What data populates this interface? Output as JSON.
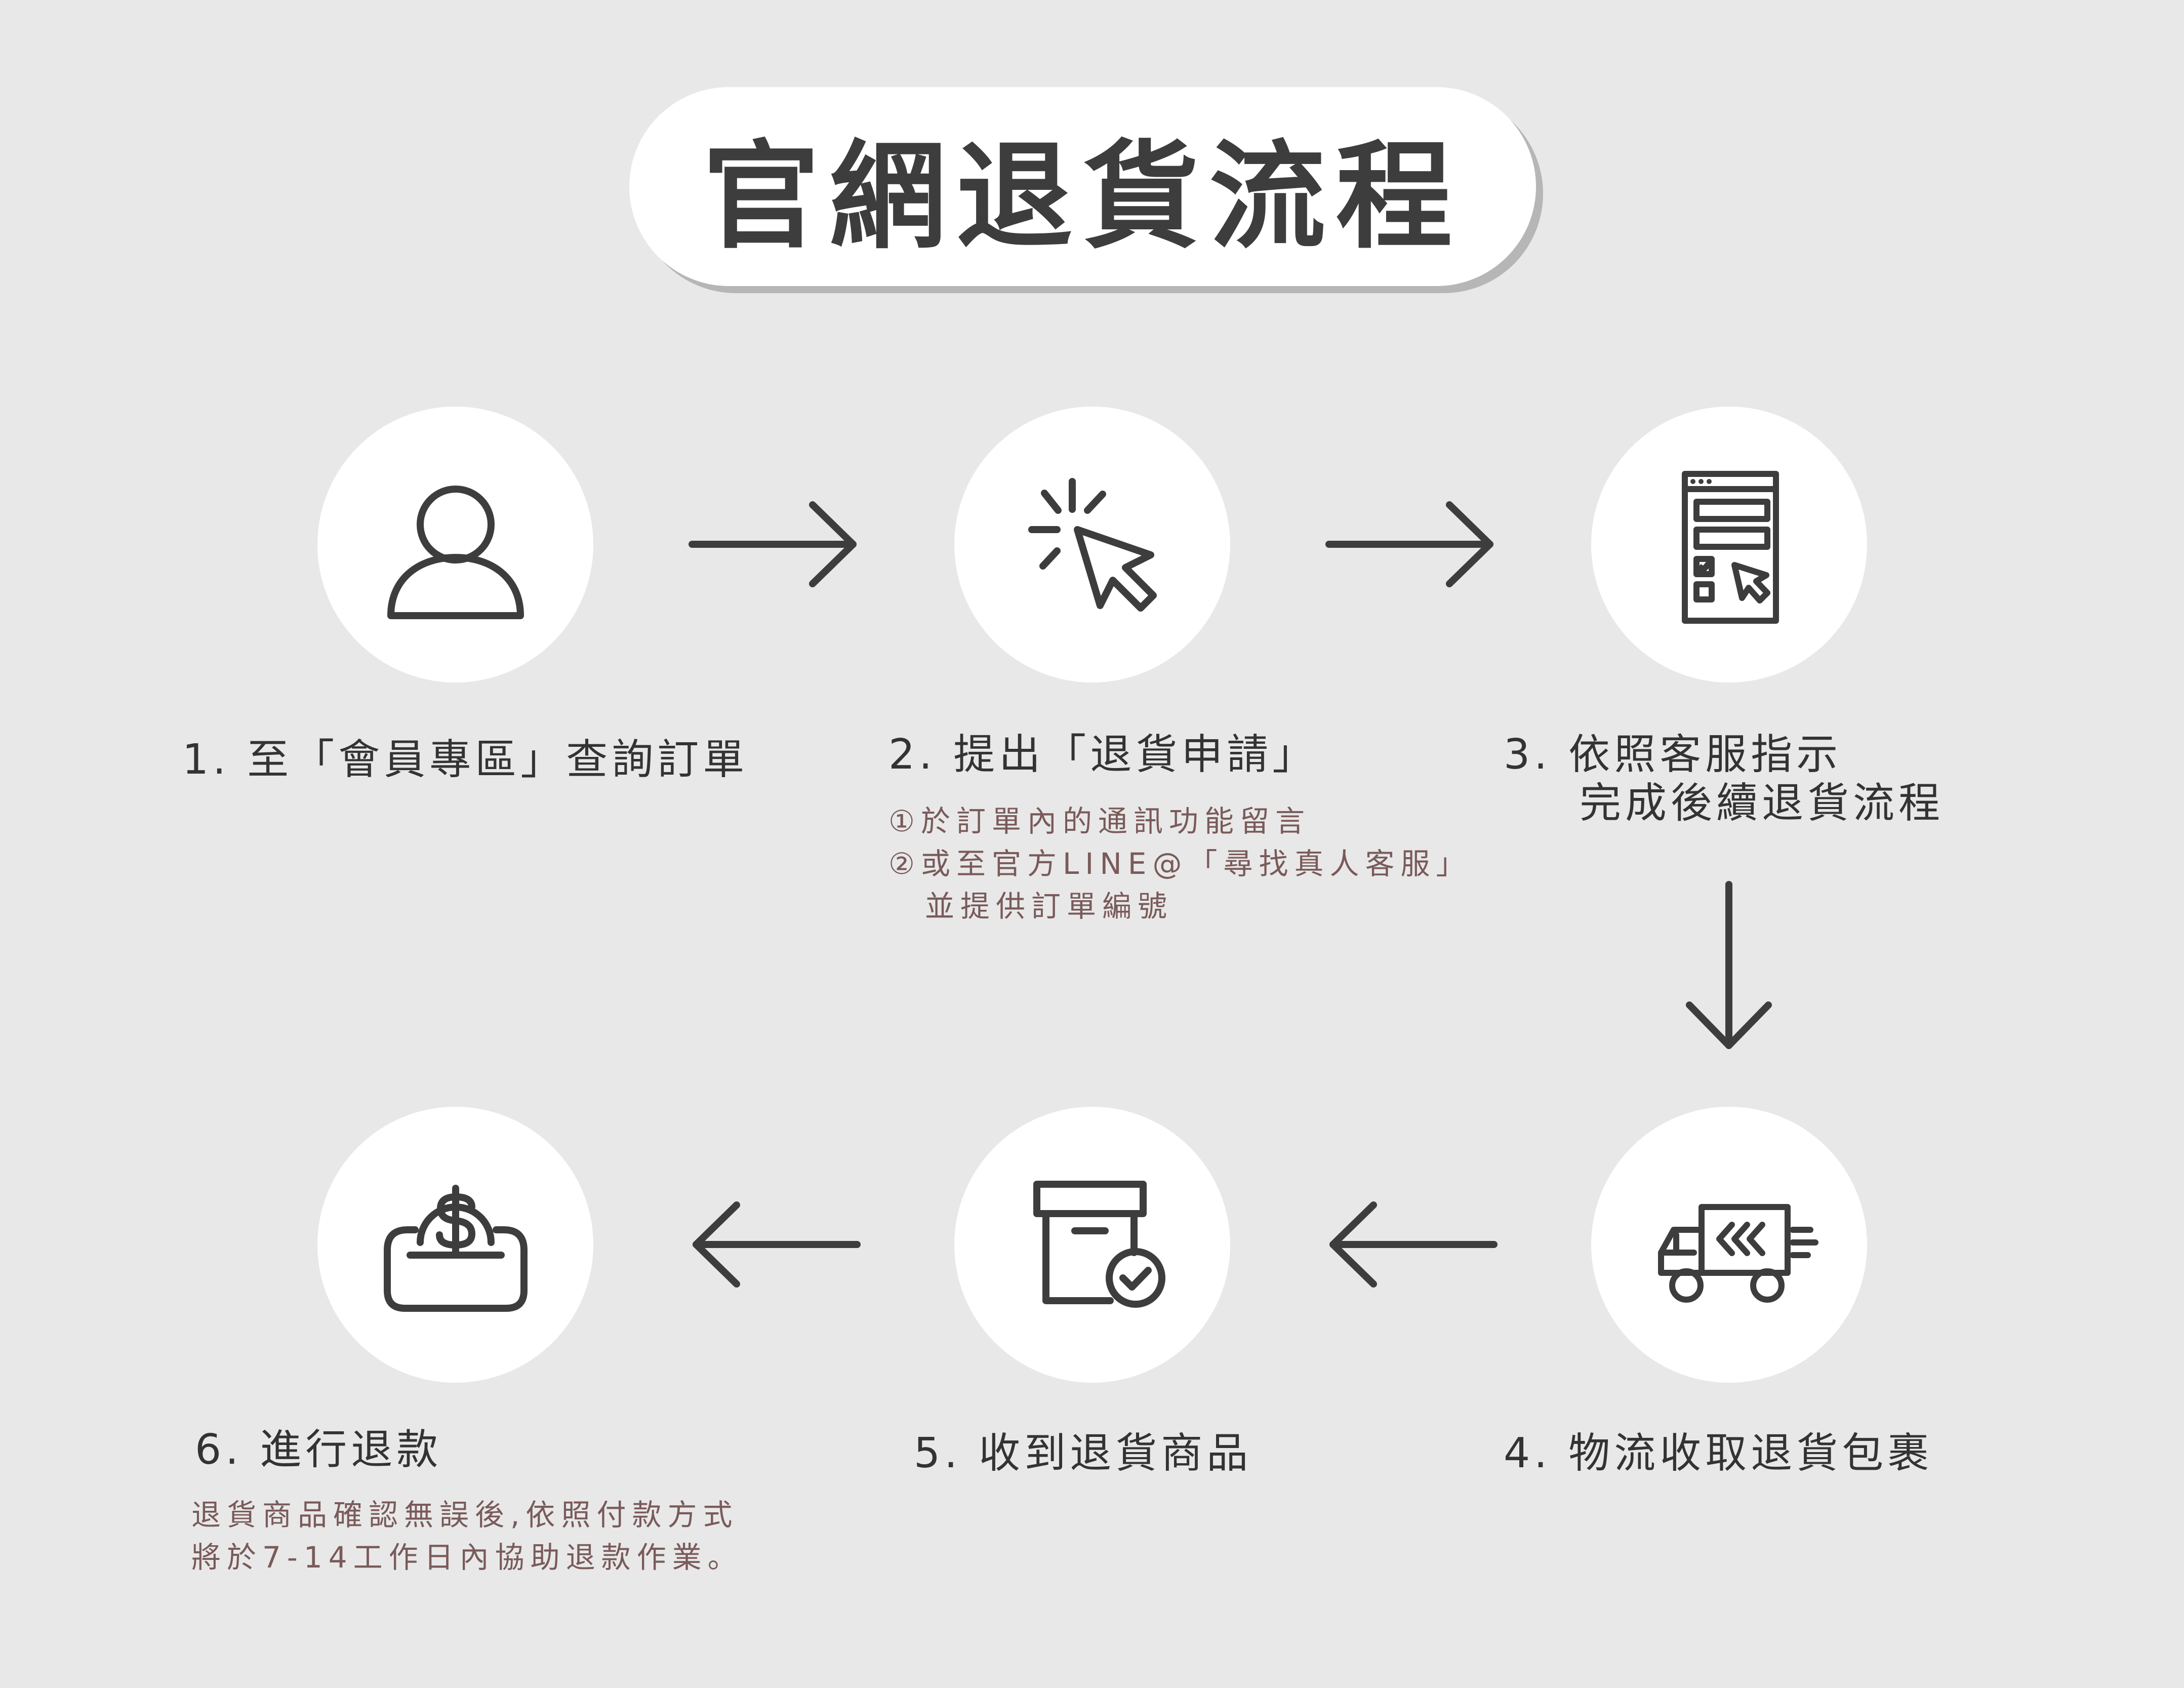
{
  "title": "官網退貨流程",
  "steps": {
    "s1": "1. 至「會員專區」查詢訂單",
    "s2": "2. 提出「退貨申請」",
    "s3_line1": "3. 依照客服指示",
    "s3_line2": "完成後續退貨流程",
    "s4": "4. 物流收取退貨包裹",
    "s5": "5. 收到退貨商品",
    "s6": "6. 進行退款"
  },
  "notes": {
    "n2_line1": "①於訂單內的通訊功能留言",
    "n2_line2": "②或至官方LINE@「尋找真人客服」",
    "n2_line3": "並提供訂單編號",
    "n6_line1": "退貨商品確認無誤後,依照付款方式",
    "n6_line2": "將於7-14工作日內協助退款作業。"
  },
  "icons": {
    "c1": "user-icon",
    "c2": "click-cursor-icon",
    "c3": "online-form-icon",
    "c4": "delivery-truck-icon",
    "c5": "box-check-icon",
    "c6": "refund-coin-icon"
  },
  "colors": {
    "background": "#e8e8e8",
    "icon": "#3d3d3d",
    "note_text": "#7a5a5a"
  }
}
